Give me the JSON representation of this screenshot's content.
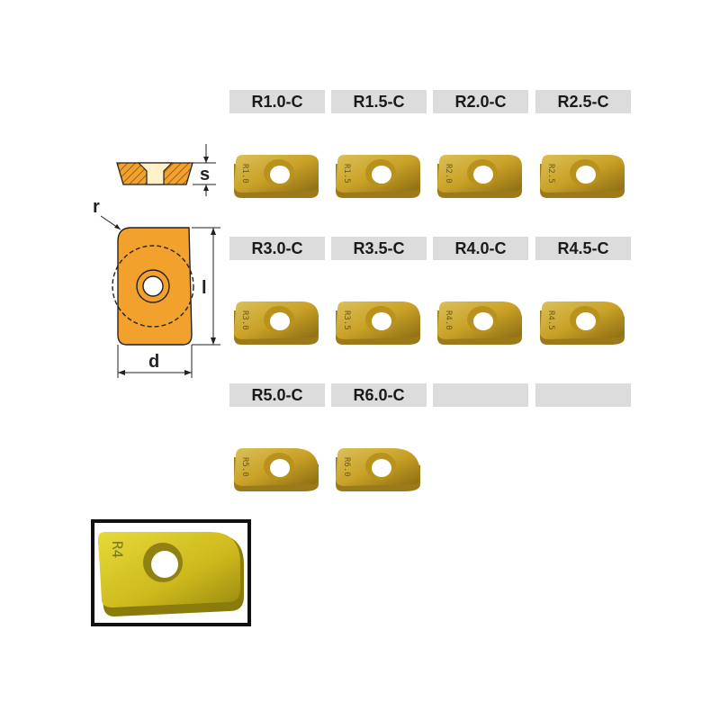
{
  "insert_grid": {
    "rows": [
      [
        {
          "label": "R1.0-C",
          "mark": "R1.0",
          "corner": 0.12
        },
        {
          "label": "R1.5-C",
          "mark": "R1.5",
          "corner": 0.18
        },
        {
          "label": "R2.0-C",
          "mark": "R2.0",
          "corner": 0.24
        },
        {
          "label": "R2.5-C",
          "mark": "R2.5",
          "corner": 0.3
        }
      ],
      [
        {
          "label": "R3.0-C",
          "mark": "R3.0",
          "corner": 0.38
        },
        {
          "label": "R3.5-C",
          "mark": "R3.5",
          "corner": 0.44
        },
        {
          "label": "R4.0-C",
          "mark": "R4.0",
          "corner": 0.5
        },
        {
          "label": "R4.5-C",
          "mark": "R4.5",
          "corner": 0.56
        }
      ],
      [
        {
          "label": "R5.0-C",
          "mark": "R5.0",
          "corner": 0.66
        },
        {
          "label": "R6.0-C",
          "mark": "R6.0",
          "corner": 0.78
        },
        {
          "label": "",
          "mark": "",
          "corner": 0
        },
        {
          "label": "",
          "mark": "",
          "corner": 0
        }
      ]
    ]
  },
  "dimension_labels": {
    "thickness": "s",
    "radius": "r",
    "length": "l",
    "width": "d"
  },
  "detail_photo": {
    "mark": "R4"
  },
  "colors": {
    "insert_gold": "#c9a227",
    "insert_gold_dark": "#8a6a12",
    "diagram_fill": "#f2a22c",
    "detail_yellow": "#d4c21c",
    "label_bg": "#dcdcdc"
  }
}
